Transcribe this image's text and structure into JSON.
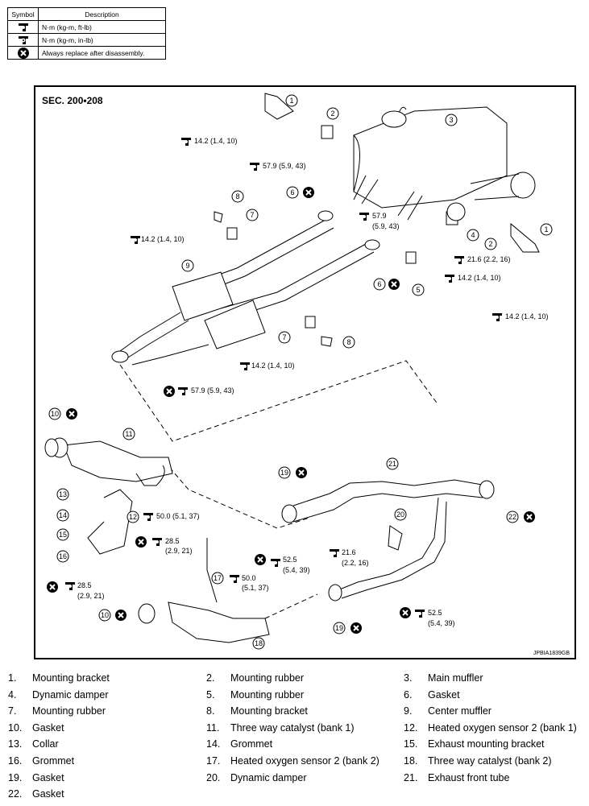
{
  "symbol_table": {
    "headers": [
      "Symbol",
      "Description"
    ],
    "rows": [
      {
        "icon": "torque-wrench-icon",
        "description": "N·m (kg-m, ft-lb)"
      },
      {
        "icon": "torque-wrench-small-icon",
        "description": "N·m (kg-m, in-lb)"
      },
      {
        "icon": "replace-x-icon",
        "description": "Always replace after disassembly."
      }
    ]
  },
  "figure": {
    "section": "SEC. 200•208",
    "figure_id": "JPBIA1839GB",
    "callouts": [
      "1",
      "2",
      "3",
      "1",
      "2",
      "4",
      "5",
      "6",
      "6",
      "7",
      "7",
      "8",
      "8",
      "9",
      "10",
      "10",
      "11",
      "12",
      "13",
      "14",
      "15",
      "16",
      "17",
      "18",
      "19",
      "19",
      "20",
      "21",
      "22"
    ],
    "torque_labels": [
      "14.2 (1.4, 10)",
      "57.9 (5.9, 43)",
      "57.9",
      "(5.9, 43)",
      "14.2 (1.4, 10)",
      "21.6 (2.2, 16)",
      "14.2 (1.4, 10)",
      "14.2 (1.4, 10)",
      "14.2 (1.4, 10)",
      "57.9 (5.9, 43)",
      "50.0 (5.1, 37)",
      "28.5",
      "(2.9, 21)",
      "28.5",
      "(2.9, 21)",
      "52.5",
      "(5.4, 39)",
      "21.6",
      "(2.2, 16)",
      "50.0",
      "(5.1, 37)",
      "52.5",
      "(5.4, 39)"
    ]
  },
  "legend": [
    {
      "num": "1.",
      "name": "Mounting bracket"
    },
    {
      "num": "2.",
      "name": "Mounting rubber"
    },
    {
      "num": "3.",
      "name": "Main muffler"
    },
    {
      "num": "4.",
      "name": "Dynamic damper"
    },
    {
      "num": "5.",
      "name": "Mounting rubber"
    },
    {
      "num": "6.",
      "name": "Gasket"
    },
    {
      "num": "7.",
      "name": "Mounting rubber"
    },
    {
      "num": "8.",
      "name": "Mounting bracket"
    },
    {
      "num": "9.",
      "name": "Center muffler"
    },
    {
      "num": "10.",
      "name": "Gasket"
    },
    {
      "num": "11.",
      "name": "Three way catalyst (bank 1)"
    },
    {
      "num": "12.",
      "name": "Heated oxygen sensor 2 (bank 1)"
    },
    {
      "num": "13.",
      "name": "Collar"
    },
    {
      "num": "14.",
      "name": "Grommet"
    },
    {
      "num": "15.",
      "name": "Exhaust mounting bracket"
    },
    {
      "num": "16.",
      "name": "Grommet"
    },
    {
      "num": "17.",
      "name": "Heated oxygen sensor 2 (bank 2)"
    },
    {
      "num": "18.",
      "name": "Three way catalyst (bank 2)"
    },
    {
      "num": "19.",
      "name": "Gasket"
    },
    {
      "num": "20.",
      "name": "Dynamic damper"
    },
    {
      "num": "21.",
      "name": "Exhaust front tube"
    },
    {
      "num": "22.",
      "name": "Gasket"
    }
  ]
}
